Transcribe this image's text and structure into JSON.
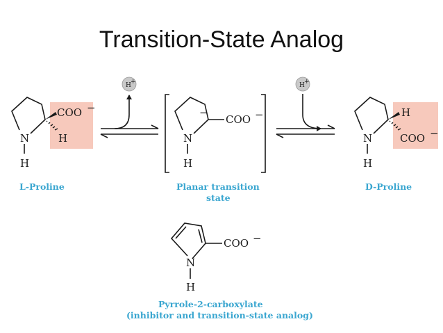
{
  "title": "Transition-State Analog",
  "colors": {
    "caption": "#3aa6d0",
    "highlight": "#f7c9bc",
    "proton_ball": "#c9c9c9",
    "ink": "#1a1a1a"
  },
  "atoms": {
    "n": "N",
    "h": "H",
    "coo": "COO",
    "charge_minus": "−",
    "proton": "H",
    "proton_charge": "+"
  },
  "captions": {
    "l_proline": "L-Proline",
    "planar_line1": "Planar transition",
    "planar_line2": "state",
    "d_proline": "D-Proline",
    "pyrrole_line1": "Pyrrole-2-carboxylate",
    "pyrrole_line2": "(inhibitor and transition-state analog)"
  }
}
